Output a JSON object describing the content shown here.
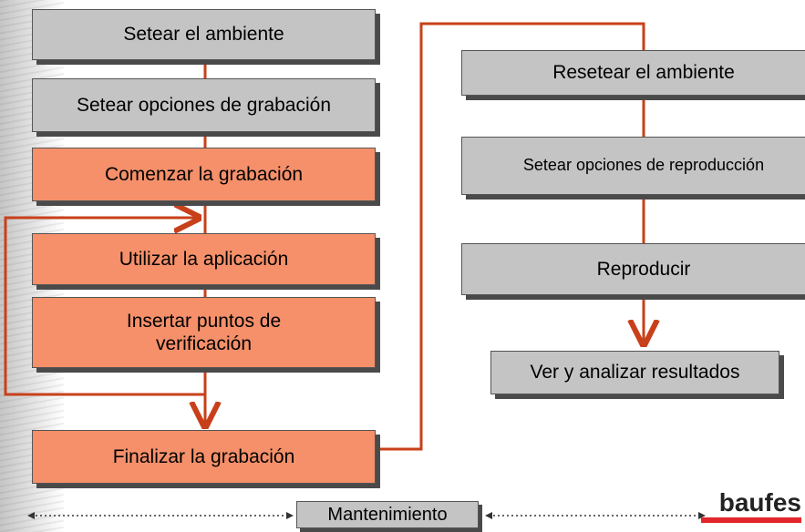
{
  "left_column": [
    {
      "label": "Setear el ambiente",
      "style": "gray"
    },
    {
      "label": "Setear opciones de grabación",
      "style": "gray"
    },
    {
      "label": "Comenzar la grabación",
      "style": "orange"
    },
    {
      "label": "Utilizar la aplicación",
      "style": "orange"
    },
    {
      "label": "Insertar puntos de\nverificación",
      "style": "orange"
    },
    {
      "label": "Finalizar la grabación",
      "style": "orange"
    }
  ],
  "right_column": [
    {
      "label": "Resetear el ambiente",
      "style": "gray"
    },
    {
      "label": "Setear opciones de reproducción",
      "style": "gray"
    },
    {
      "label": "Reproducir",
      "style": "gray"
    },
    {
      "label": "Ver y analizar resultados",
      "style": "gray"
    }
  ],
  "footer": {
    "maintenance_label": "Mantenimiento"
  },
  "logo": {
    "text": "baufes"
  },
  "colors": {
    "gray_box": "#c4c4c4",
    "orange_box": "#f5906a",
    "connector": "#c8401a",
    "logo_bar": "#e2262b"
  }
}
